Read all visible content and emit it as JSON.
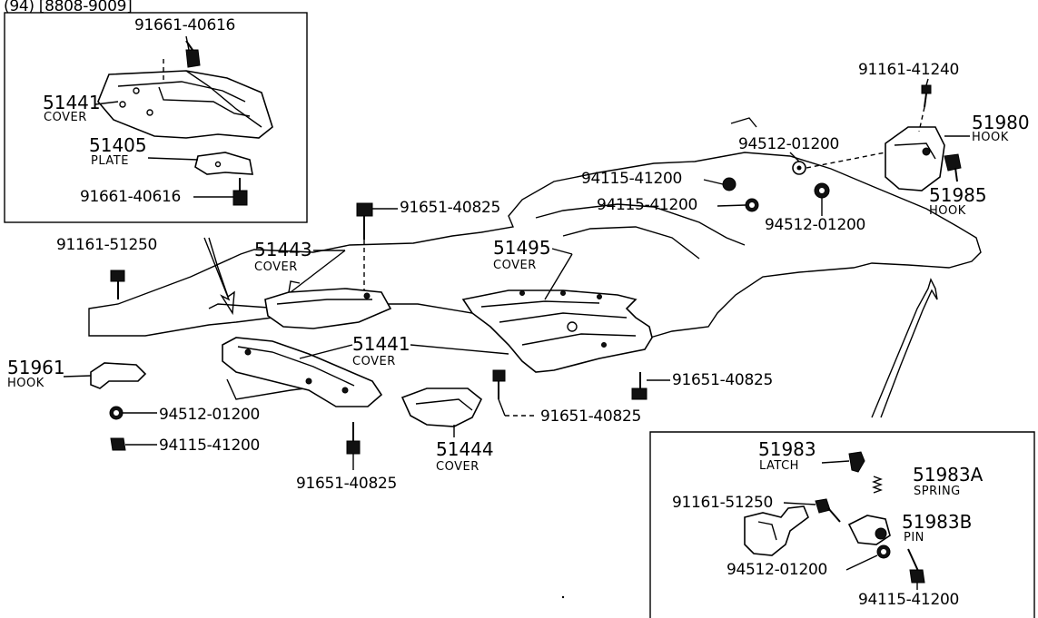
{
  "header_fragment": "(94) [8808-9009]",
  "parts": {
    "inset1_bolt_top": "91661-40616",
    "inset1_cover_num": "51441",
    "inset1_cover_name": "COVER",
    "inset1_plate_num": "51405",
    "inset1_plate_name": "PLATE",
    "inset1_bolt_bottom": "91661-40616",
    "bolt_91161_51250_left": "91161-51250",
    "cover_51443_num": "51443",
    "cover_51443_name": "COVER",
    "bolt_91651_top": "91651-40825",
    "cover_51495_num": "51495",
    "cover_51495_name": "COVER",
    "nut_94115_a": "94115-41200",
    "nut_94115_b": "94115-41200",
    "nut_94512_a": "94512-01200",
    "nut_94512_b": "94512-01200",
    "bolt_91161_41240": "91161-41240",
    "hook_51980_num": "51980",
    "hook_51980_name": "HOOK",
    "hook_51985_num": "51985",
    "hook_51985_name": "HOOK",
    "hook_51961_num": "51961",
    "hook_51961_name": "HOOK",
    "cover_51441_num": "51441",
    "cover_51441_name": "COVER",
    "nut_94512_left": "94512-01200",
    "nut_94115_left": "94115-41200",
    "bolt_91651_bottom": "91651-40825",
    "cover_51444_num": "51444",
    "cover_51444_name": "COVER",
    "bolt_91651_mid": "91651-40825",
    "bolt_91651_right": "91651-40825",
    "inset2_latch_num": "51983",
    "inset2_latch_name": "LATCH",
    "inset2_spring_num": "51983A",
    "inset2_spring_name": "SPRING",
    "inset2_bolt": "91161-51250",
    "inset2_pin_num": "51983B",
    "inset2_pin_name": "PIN",
    "inset2_nut_94512": "94512-01200",
    "inset2_nut_94115": "94115-41200"
  }
}
